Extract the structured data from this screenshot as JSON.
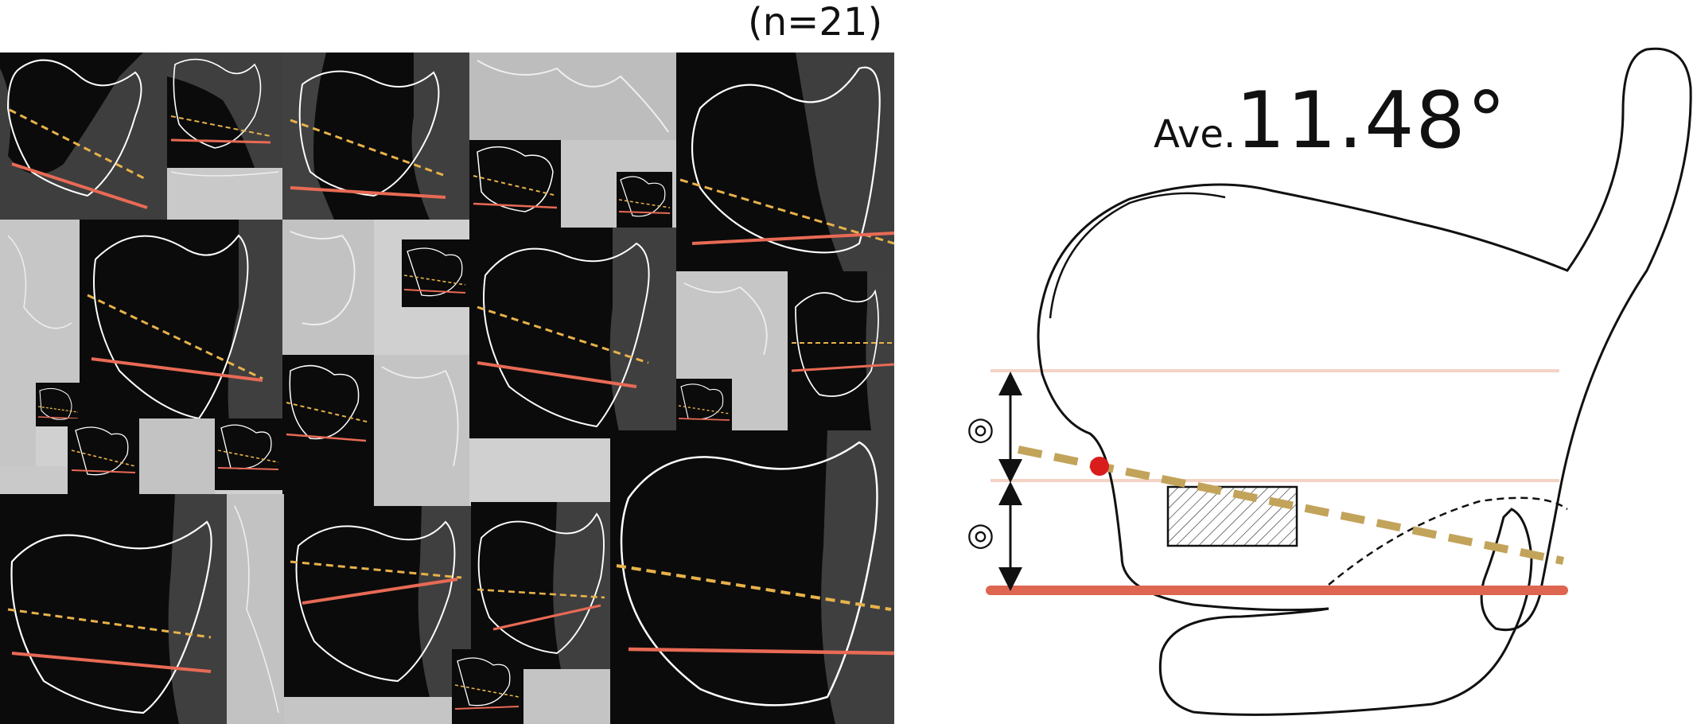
{
  "figure": {
    "sample_size_label": "(n=21)",
    "average_prefix": "Ave.",
    "average_value": "11.48°",
    "segment_marker_upper": "◎",
    "segment_marker_lower": "◎"
  },
  "colors": {
    "ct_background": "#0a0a0a",
    "contour_stroke": "#ffffff",
    "dashed_reference": "#e8b24a",
    "solid_reference": "#e86a55",
    "schematic_dashed": "#c2a35a",
    "schematic_solid": "#de6651",
    "guide_lines": "#f3d3c4",
    "landmark_point": "#d91d1d",
    "outline": "#111111"
  },
  "icons": [
    "double-circle-icon",
    "double-arrow-icon"
  ]
}
